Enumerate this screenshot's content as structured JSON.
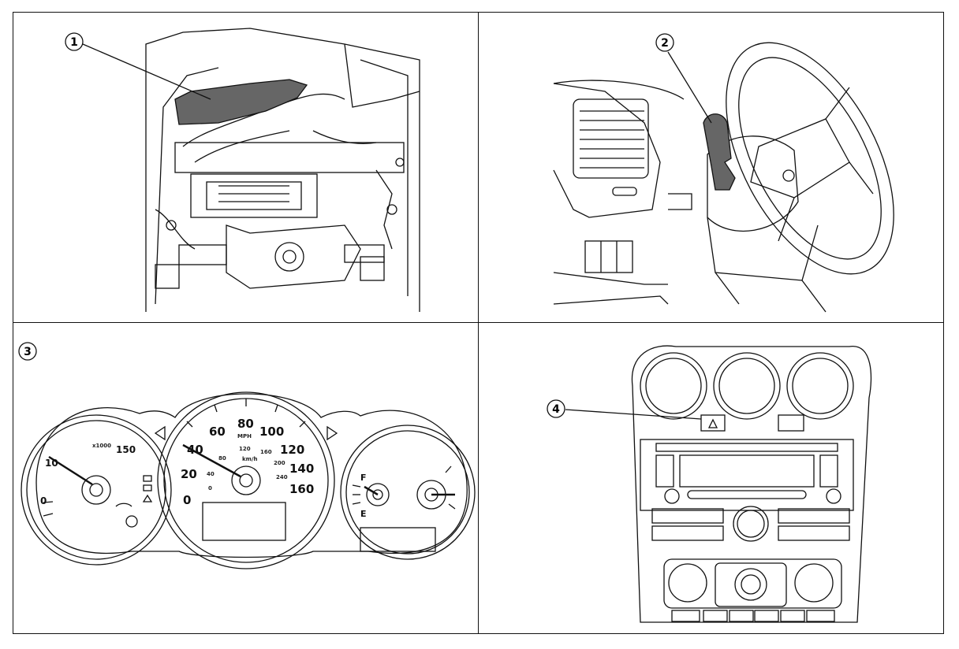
{
  "callouts": [
    "1",
    "2",
    "3",
    "4"
  ],
  "speedometer": {
    "mph_ticks": [
      "0",
      "20",
      "40",
      "60",
      "80",
      "100",
      "120",
      "140",
      "160"
    ],
    "mph_unit": "MPH",
    "kmh_ticks": [
      "0",
      "40",
      "80",
      "120",
      "160",
      "200",
      "240"
    ],
    "kmh_unit": "km/h"
  },
  "tachometer": {
    "ticks": [
      "0",
      "10",
      "150"
    ],
    "top_label": "x1000"
  },
  "fuel_gauge": {
    "full": "F",
    "empty": "E"
  },
  "colors": {
    "line": "#111111",
    "shade": "#555555",
    "background": "#ffffff"
  }
}
